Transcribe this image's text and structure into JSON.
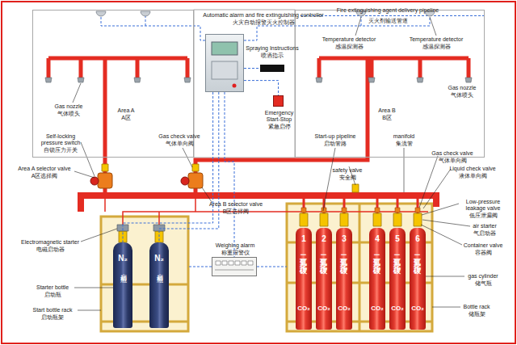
{
  "diagram": {
    "nodes": [
      {
        "text": [
          "Automatic alarm and fire extinguishing controller",
          "火灾自动报警灭火控制器"
        ]
      },
      {
        "text": [
          "Area A",
          "A区"
        ]
      },
      {
        "text": [
          "Area B",
          "B区"
        ]
      },
      {
        "text": [
          "Spraying Instructions",
          "喷洒指示"
        ]
      },
      {
        "text": [
          "Emergency Start-Stop",
          "紧急启停"
        ]
      },
      {
        "text": [
          "Weighing alarm",
          "称重报警仪"
        ]
      },
      {
        "text": [
          "N₂",
          "启动瓶"
        ]
      },
      {
        "text": [
          "N₂",
          "启动瓶"
        ]
      },
      {
        "text": [
          "1",
          "二氧化碳",
          "CO₂"
        ]
      },
      {
        "text": [
          "2",
          "二氧化碳",
          "CO₂"
        ]
      },
      {
        "text": [
          "3",
          "二氧化碳",
          "CO₂"
        ]
      },
      {
        "text": [
          "4",
          "二氧化碳",
          "CO₂"
        ]
      },
      {
        "text": [
          "5",
          "二氧化碳",
          "CO₂"
        ]
      },
      {
        "text": [
          "6",
          "二氧化碳",
          "CO₂"
        ]
      }
    ],
    "edges": [
      {
        "from": 0,
        "to": 3,
        "arrow": "none"
      },
      {
        "from": 0,
        "to": 4,
        "arrow": "none"
      },
      {
        "from": 0,
        "to": 5,
        "arrow": "none"
      },
      {
        "from": 0,
        "to": 6,
        "arrow": "none"
      },
      {
        "from": 0,
        "to": 7,
        "arrow": "none"
      }
    ],
    "labels": [
      "Fire extinguishing agent delivery pipeline",
      "灭火剂输送管道",
      "Temperature detector",
      "感温探测器",
      "Temperature detector",
      "感温探测器",
      "Gas nozzle",
      "气体喷头",
      "Gas nozzle",
      "气体喷头",
      "Self-locking pressure switch",
      "自锁压力开关",
      "Gas check valve",
      "气体单向阀",
      "Start-up pipeline",
      "启动管路",
      "manifold",
      "集流管",
      "Gas check valve",
      "气体单向阀",
      "Liquid check valve",
      "液体单向阀",
      "Area A selector valve",
      "A区选择阀",
      "Area B selector valve",
      "B区选择阀",
      "safety valve",
      "安全阀",
      "Low-pressure leakage valve",
      "低压泄漏阀",
      "air starter",
      "气启动器",
      "Container valve",
      "容器阀",
      "gas cylinder",
      "储气瓶",
      "Bottle rack",
      "储瓶架",
      "Electromagnetic starter",
      "电磁启动器",
      "Starter bottle",
      "启动瓶",
      "Start bottle rack",
      "启动瓶架"
    ]
  }
}
